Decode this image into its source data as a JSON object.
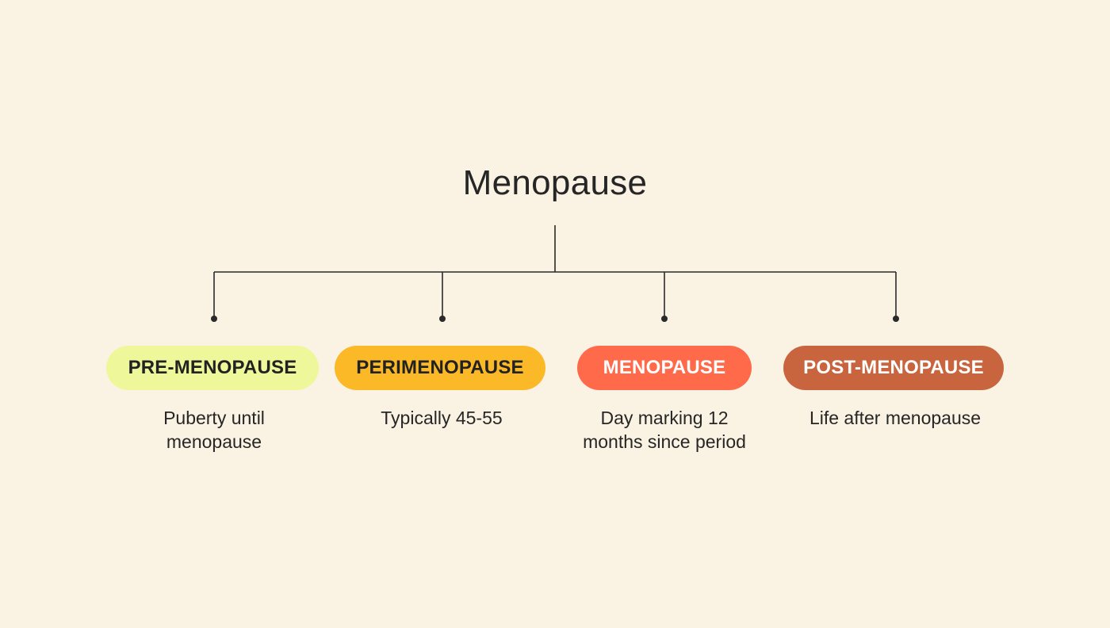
{
  "title": "Menopause",
  "colors": {
    "background": "#faf3e3",
    "line": "#2a2a2a",
    "pre": "#eef79a",
    "peri": "#fbb928",
    "meno": "#ff6a4a",
    "post": "#c8653f"
  },
  "stages": [
    {
      "label": "PRE-MENOPAUSE",
      "description_lines": [
        "Puberty until",
        "menopause"
      ],
      "color": "#eef79a",
      "text_color": "#222222"
    },
    {
      "label": "PERIMENOPAUSE",
      "description_lines": [
        "Typically 45-55"
      ],
      "color": "#fbb928",
      "text_color": "#222222"
    },
    {
      "label": "MENOPAUSE",
      "description_lines": [
        "Day marking 12",
        "months since period"
      ],
      "color": "#ff6a4a",
      "text_color": "#ffffff"
    },
    {
      "label": "POST-MENOPAUSE",
      "description_lines": [
        "Life after menopause"
      ],
      "color": "#c8653f",
      "text_color": "#ffffff"
    }
  ]
}
